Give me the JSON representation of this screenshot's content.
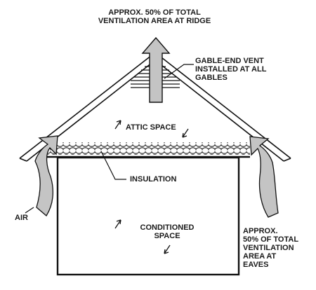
{
  "labels": {
    "ridge_note": [
      "APPROX. 50% OF TOTAL",
      "VENTILATION AREA AT RIDGE"
    ],
    "gable_vent": [
      "GABLE-END VENT",
      "INSTALLED AT ALL",
      "GABLES"
    ],
    "attic_space": "ATTIC SPACE",
    "insulation": "INSULATION",
    "air": "AIR",
    "conditioned_space": [
      "CONDITIONED",
      "SPACE"
    ],
    "eaves_note": [
      "APPROX.",
      "50% OF TOTAL",
      "VENTILATION",
      "AREA AT",
      "EAVES"
    ]
  }
}
